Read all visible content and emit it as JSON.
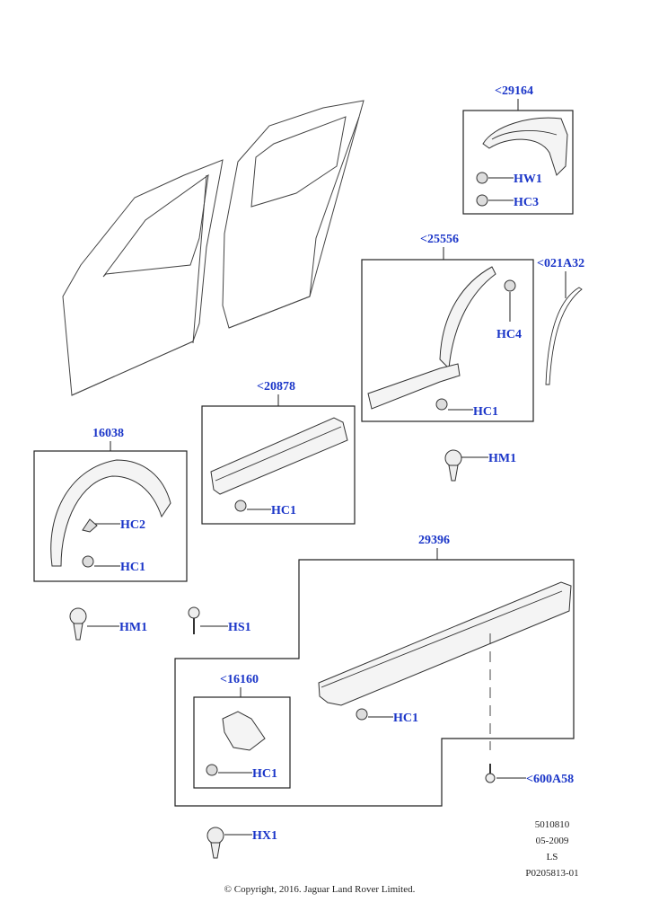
{
  "labels": {
    "l29164": "<29164",
    "hw1": "HW1",
    "hc3": "HC3",
    "l25556": "<25556",
    "l021a32": "<021A32",
    "hc4": "HC4",
    "hc1_25556": "HC1",
    "hm1_right": "HM1",
    "l20878": "<20878",
    "hc1_20878": "HC1",
    "l16038": "16038",
    "hc2": "HC2",
    "hc1_16038": "HC1",
    "hm1_left": "HM1",
    "hs1": "HS1",
    "l29396": "29396",
    "hc1_29396": "HC1",
    "l16160": "<16160",
    "hc1_16160": "HC1",
    "l600a58": "<600A58",
    "hx1": "HX1"
  },
  "meta": {
    "line1": "5010810",
    "line2": "05-2009",
    "line3": "LS",
    "line4": "P0205813-01"
  },
  "copyright": "© Copyright, 2016. Jaguar Land Rover Limited.",
  "colors": {
    "callout": "#1a35c8",
    "line": "#222222"
  }
}
